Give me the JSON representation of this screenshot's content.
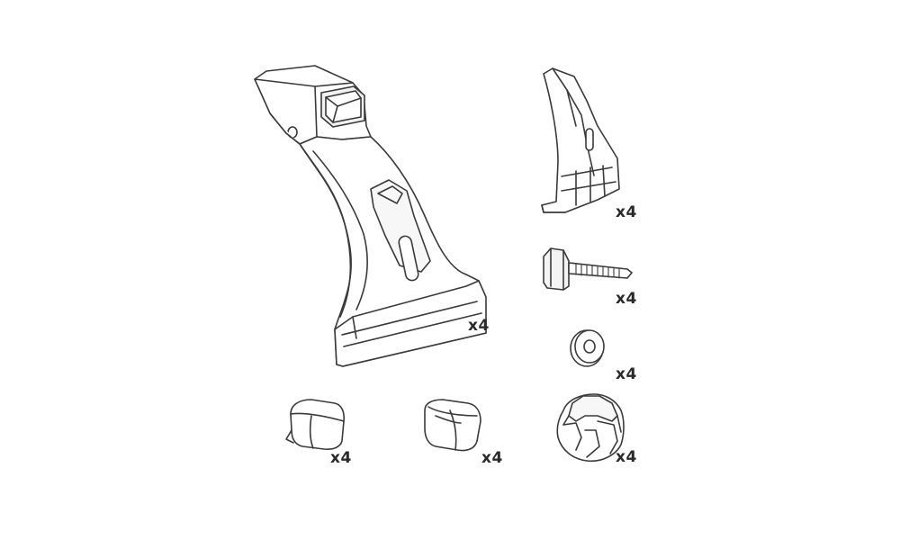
{
  "diagram": {
    "style": {
      "stroke": "#3a3a3a",
      "fill": "#ffffff",
      "shade": "#eeeeee",
      "label_color": "#2a2a2a"
    },
    "parts": [
      {
        "id": "foot",
        "icon": "roof-rack-foot-icon",
        "quantity": "x4"
      },
      {
        "id": "clip",
        "icon": "mounting-clip-icon",
        "quantity": "x4"
      },
      {
        "id": "bolt",
        "icon": "t-bolt-icon",
        "quantity": "x4"
      },
      {
        "id": "washer",
        "icon": "washer-icon",
        "quantity": "x4"
      },
      {
        "id": "pad1",
        "icon": "rubber-pad-icon",
        "quantity": "x4"
      },
      {
        "id": "pad2",
        "icon": "rubber-pad-icon",
        "quantity": "x4"
      },
      {
        "id": "knob",
        "icon": "star-knob-icon",
        "quantity": "x4"
      }
    ]
  }
}
